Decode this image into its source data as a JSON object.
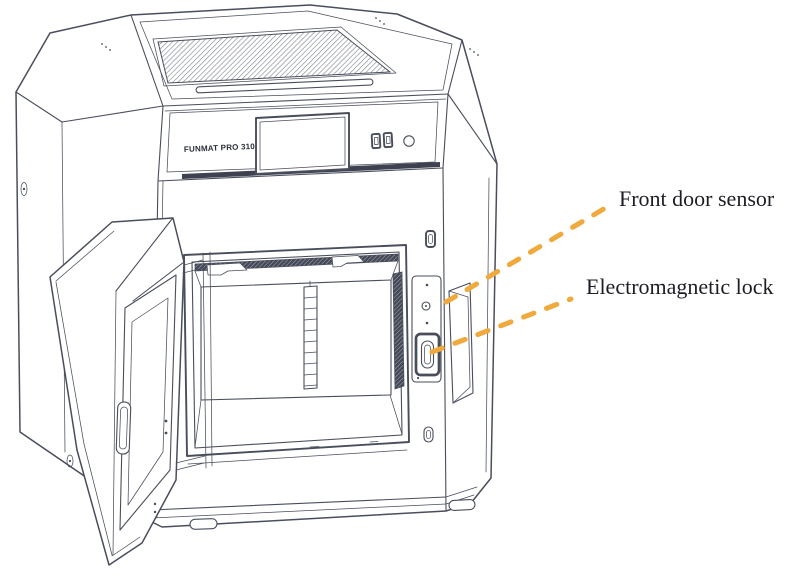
{
  "device": {
    "model_label": "FUNMAT PRO 310"
  },
  "annotations": {
    "front_door_sensor": {
      "label": "Front door sensor"
    },
    "electromagnetic_lock": {
      "label": "Electromagnetic lock"
    }
  },
  "colors": {
    "line": "#4A4E5C",
    "leader": "#EFA93D",
    "label-text": "#1D1D26",
    "dark-fill": "#3E4250"
  }
}
